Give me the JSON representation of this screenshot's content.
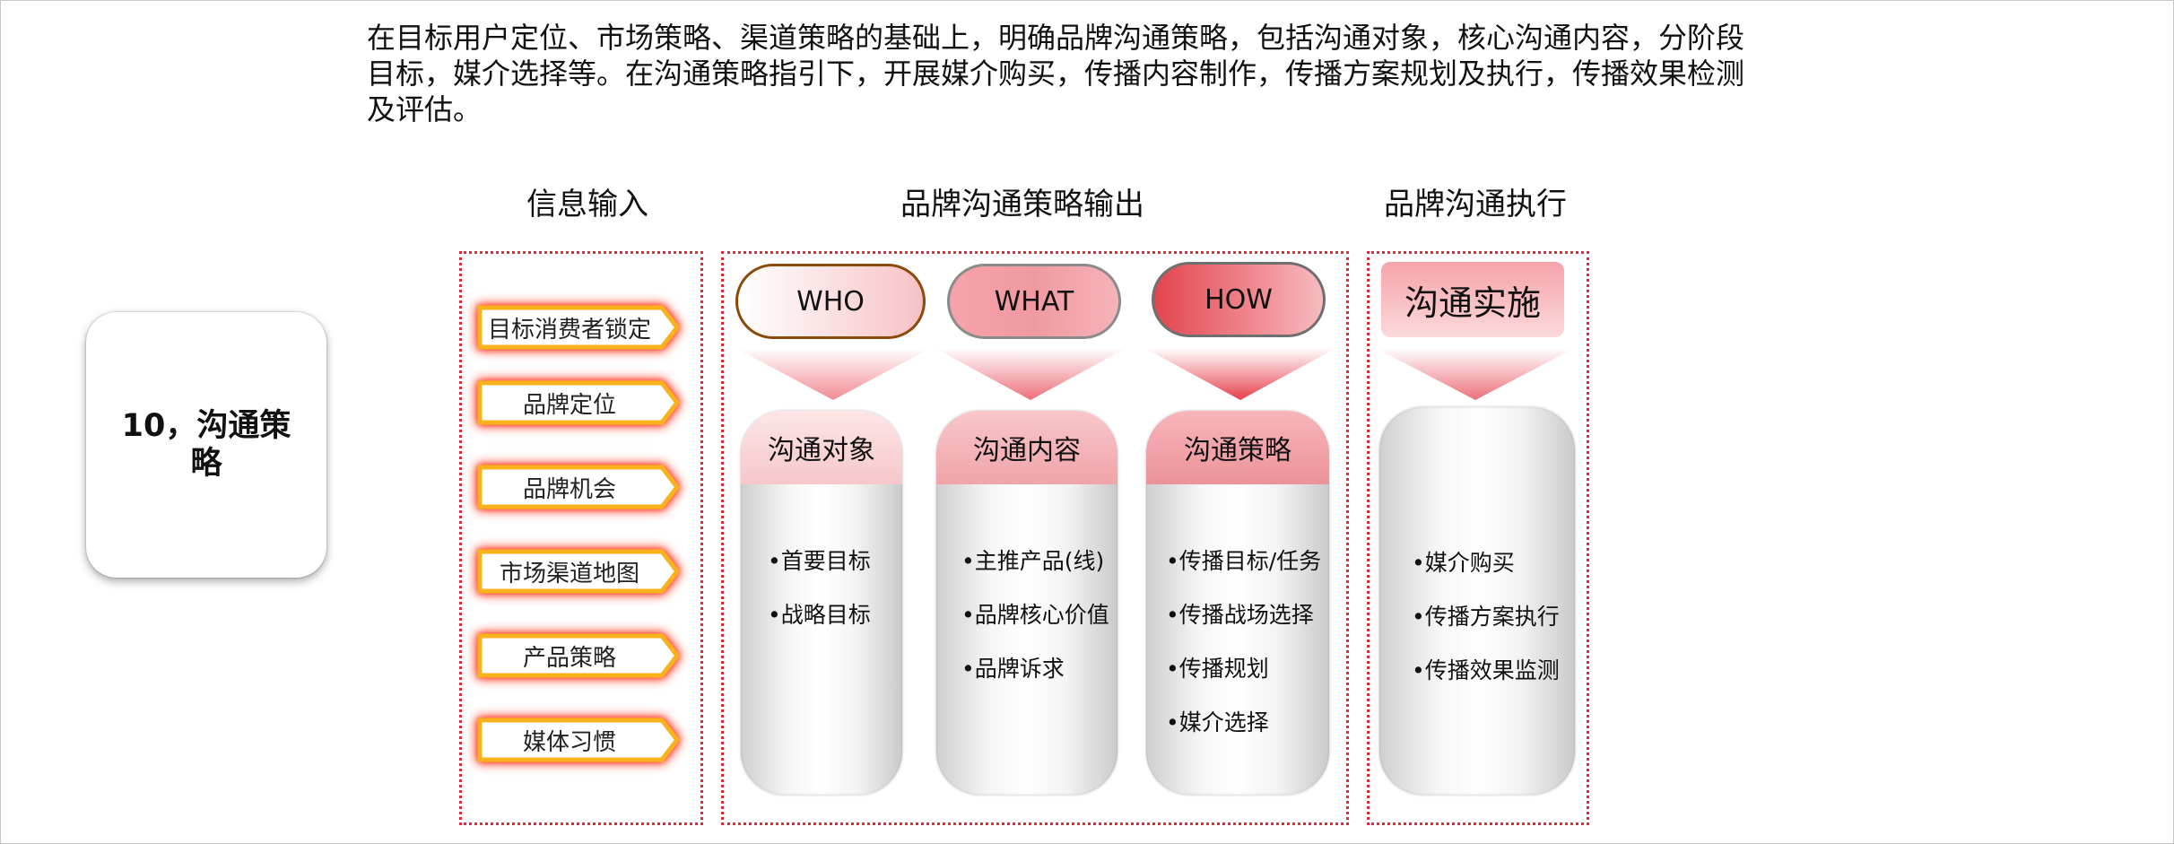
{
  "intro": "在目标用户定位、市场策略、渠道策略的基础上，明确品牌沟通策略，包括沟通对象，核心沟通内容，分阶段目标，媒介选择等。在沟通策略指引下，开展媒介购买，传播内容制作，传播方案规划及执行，传播效果检测及评估。",
  "title_card": "10，沟通策略",
  "columns": {
    "input": "信息输入",
    "output": "品牌沟通策略输出",
    "execution": "品牌沟通执行"
  },
  "inputs": [
    "目标消费者锁定",
    "品牌定位",
    "品牌机会",
    "市场渠道地图",
    "产品策略",
    "媒体习惯"
  ],
  "strategy": [
    {
      "pill": "WHO",
      "head": "沟通对象",
      "items": [
        "•首要目标",
        "•战略目标"
      ]
    },
    {
      "pill": "WHAT",
      "head": "沟通内容",
      "items": [
        "•主推产品(线)",
        "•品牌核心价值",
        "•品牌诉求"
      ]
    },
    {
      "pill": "HOW",
      "head": "沟通策略",
      "items": [
        "•传播目标/任务",
        "•传播战场选择",
        "•传播规划",
        "•媒介选择"
      ]
    }
  ],
  "execution": {
    "pill": "沟通实施",
    "items": [
      "•媒介购买",
      "•传播方案执行",
      "•传播效果监测"
    ]
  },
  "colors": {
    "dotted_border": "#e8283a",
    "tag_fill": "#ffffff",
    "tag_border": "#f7b21c",
    "tag_glow": "#ff2a14",
    "who_border": "#8a4a08",
    "how_fill": "#e3454f"
  }
}
